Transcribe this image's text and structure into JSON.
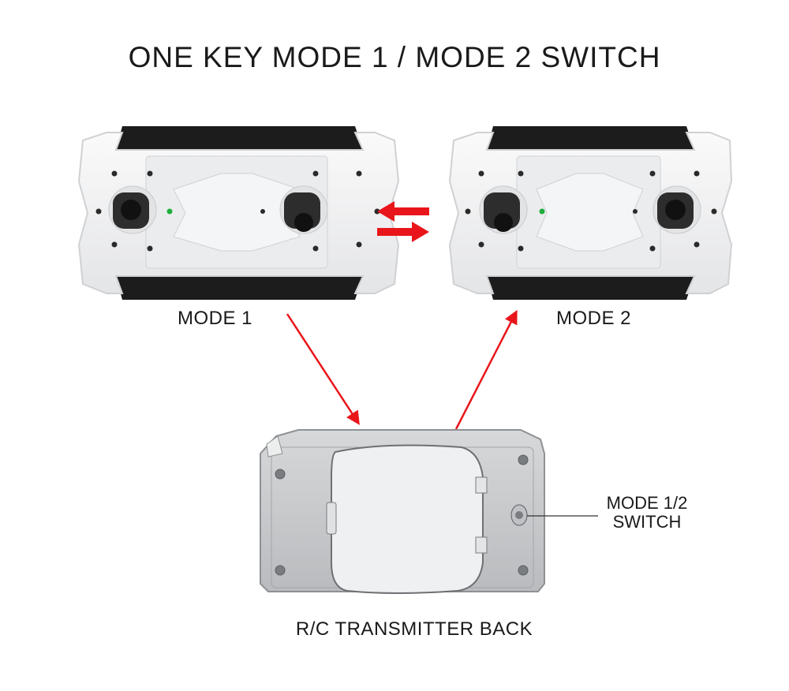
{
  "title": "ONE KEY MODE 1 / MODE 2 SWITCH",
  "labels": {
    "mode1": "MODE 1",
    "mode2": "MODE 2",
    "switch_line1": "MODE 1/2",
    "switch_line2": "SWITCH",
    "back": "R/C TRANSMITTER BACK"
  },
  "colors": {
    "arrow": "#e8161b",
    "controller_body": "#f2f3f4",
    "controller_grip": "#1c1c1c",
    "back_body": "#c9cbcd"
  },
  "icons": [
    "transmitter-front-mode1",
    "transmitter-front-mode2",
    "swap-arrows-icon",
    "transmitter-back",
    "mode-switch-button"
  ]
}
